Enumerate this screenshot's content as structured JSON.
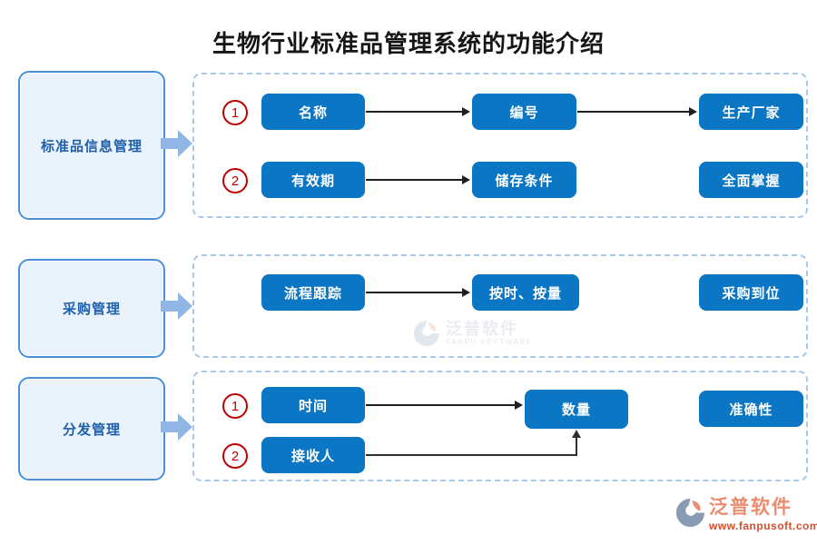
{
  "title": "生物行业标准品管理系统的功能介绍",
  "sections": [
    {
      "label": "标准品信息管理",
      "rows": [
        {
          "num": "1",
          "b0": "名称",
          "b1": "编号",
          "b2": "生产厂家"
        },
        {
          "num": "2",
          "b0": "有效期",
          "b1": "储存条件",
          "b2": "全面掌握"
        }
      ]
    },
    {
      "label": "采购管理",
      "b0": "流程跟踪",
      "b1": "按时、按量",
      "b2": "采购到位"
    },
    {
      "label": "分发管理",
      "rows": [
        {
          "num": "1",
          "b0": "时间",
          "b1": "数量",
          "b2": "准确性"
        },
        {
          "num": "2",
          "b0": "接收人"
        }
      ]
    }
  ],
  "watermark": {
    "name": "泛普软件",
    "subtitle": "FANPU SOFTWARE"
  },
  "brand": {
    "name": "泛普软件",
    "website": "www.fanpusoft.com"
  },
  "colors": {
    "node_blue": "#0b76c4",
    "panel_dash_blue": "#a9c8e8",
    "category_fill": "#eaf2fb",
    "category_border": "#4a90d9",
    "category_text": "#1f5fa9",
    "block_arrow_blue": "#8fb6e4",
    "number_red": "#c00000",
    "connector_black": "#1f1f1f",
    "brand_salmon": "#e98c70",
    "brand_red": "#d4502e"
  }
}
